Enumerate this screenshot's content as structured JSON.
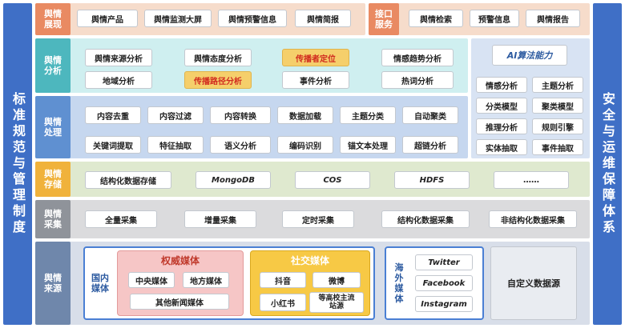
{
  "left_title": "标准规范与管理制度",
  "right_title": "安全与运维保障体系",
  "colors": {
    "blue": "#3f6fc6",
    "display_band": "#f6dccb",
    "display_label": "#e98a62",
    "interface_label": "#e98a62",
    "analysis_band": "#cfeff0",
    "analysis_label": "#4db7be",
    "processing_band": "#c6d7ef",
    "processing_label": "#5f90d1",
    "storage_band": "#dfe9cf",
    "storage_label": "#f0b23b",
    "collection_band": "#dbdbdd",
    "collection_label": "#8f939a",
    "source_band": "#d8dee9",
    "source_label": "#6f87ab",
    "highlight": "#f5cf6b",
    "highlight_text": "#d12b1f"
  },
  "layers": {
    "display": {
      "label": "舆情\n展现",
      "items": [
        "舆情产品",
        "舆情监测大屏",
        "舆情预警信息",
        "舆情简报"
      ]
    },
    "interface": {
      "label": "接口\n服务",
      "items": [
        "舆情检索",
        "预警信息",
        "舆情报告"
      ]
    },
    "analysis": {
      "label": "舆情\n分析",
      "row1": [
        "舆情来源分析",
        "舆情态度分析",
        "传播者定位",
        "情感趋势分析"
      ],
      "row2": [
        "地域分析",
        "传播路径分析",
        "事件分析",
        "热词分析"
      ],
      "highlighted": [
        "传播者定位",
        "传播路径分析"
      ]
    },
    "processing": {
      "label": "舆情\n处理",
      "row1": [
        "内容去重",
        "内容过滤",
        "内容转换",
        "数据加载",
        "主题分类",
        "自动聚类"
      ],
      "row2": [
        "关键词提取",
        "特征抽取",
        "语义分析",
        "编码识别",
        "锚文本处理",
        "超链分析"
      ]
    },
    "ai": {
      "title": "AI算法能力",
      "items": [
        "情感分析",
        "主题分析",
        "分类模型",
        "聚类模型",
        "推理分析",
        "规则引擎",
        "实体抽取",
        "事件抽取"
      ]
    },
    "storage": {
      "label": "舆情\n存储",
      "items": [
        "结构化数据存储",
        "MongoDB",
        "COS",
        "HDFS",
        "……"
      ]
    },
    "collection": {
      "label": "舆情\n采集",
      "items": [
        "全量采集",
        "增量采集",
        "定时采集",
        "结构化数据采集",
        "非结构化数据采集"
      ]
    },
    "source": {
      "label": "舆情\n来源",
      "domestic_label": "国内\n媒体",
      "authority": {
        "title": "权威媒体",
        "items": [
          "中央媒体",
          "地方媒体",
          "其他新闻媒体"
        ]
      },
      "social": {
        "title": "社交媒体",
        "items": [
          "抖音",
          "微博",
          "小红书",
          "等高校主流\n站源"
        ]
      },
      "overseas": {
        "label": "海\n外\n媒\n体",
        "items": [
          "Twitter",
          "Facebook",
          "Instagram"
        ]
      },
      "custom": "自定义数据源"
    }
  }
}
